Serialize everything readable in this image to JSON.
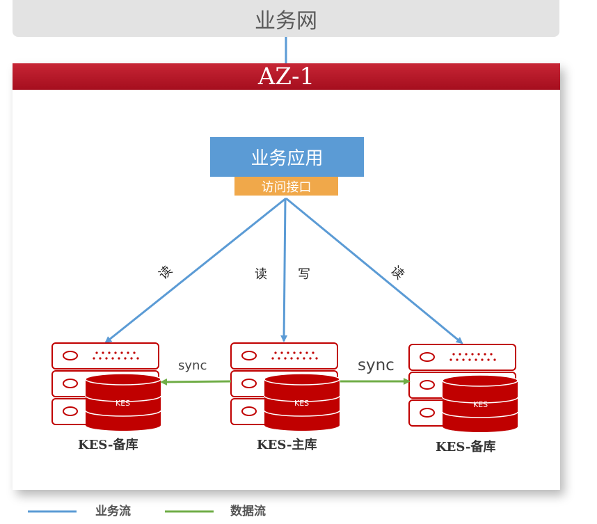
{
  "network": {
    "title": "业务网"
  },
  "zone": {
    "title": "AZ-1"
  },
  "app": {
    "title": "业务应用",
    "interface": "访问接口"
  },
  "edges": {
    "read_left": "读",
    "read_mid": "读",
    "write_mid": "写",
    "read_right": "读",
    "sync_left": "sync",
    "sync_right": "sync"
  },
  "nodes": {
    "left": {
      "label": "KES-备库",
      "disk": "KES"
    },
    "center": {
      "label": "KES-主库",
      "disk": "KES"
    },
    "right": {
      "label": "KES-备库",
      "disk": "KES"
    }
  },
  "legend": {
    "business_flow": "业务流",
    "data_flow": "数据流"
  },
  "colors": {
    "business": "#5b9bd5",
    "data": "#70ad47",
    "server_red": "#c00000",
    "az_red": "#b41b2a",
    "interface": "#f0a84a"
  }
}
